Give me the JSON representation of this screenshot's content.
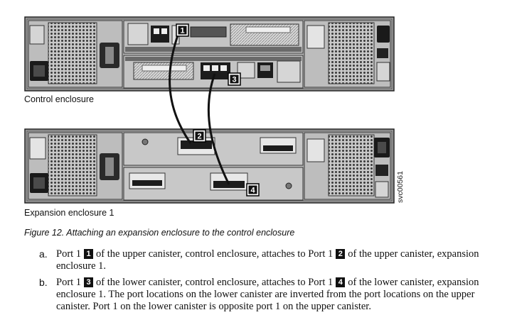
{
  "figure": {
    "callouts": [
      "1",
      "2",
      "3",
      "4"
    ],
    "control_label": "Control enclosure",
    "expansion_label": "Expansion enclosure 1",
    "code": "svc00561"
  },
  "caption": "Figure 12. Attaching an expansion enclosure to the control enclosure",
  "steps": [
    {
      "marker": "a.",
      "parts": [
        "Port 1",
        "of the upper canister, control enclosure, attaches to Port 1",
        "of the upper canister, expansion enclosure 1."
      ],
      "callouts": [
        "1",
        "2"
      ]
    },
    {
      "marker": "b.",
      "parts": [
        "Port 1",
        "of the lower canister, control enclosure, attaches to Port 1",
        "of the lower canister, expansion enclosure 1. The port locations on the lower canister are inverted from the port locations on the upper canister. Port 1 on the lower canister is opposite port 1 on the upper canister."
      ],
      "callouts": [
        "3",
        "4"
      ]
    }
  ]
}
